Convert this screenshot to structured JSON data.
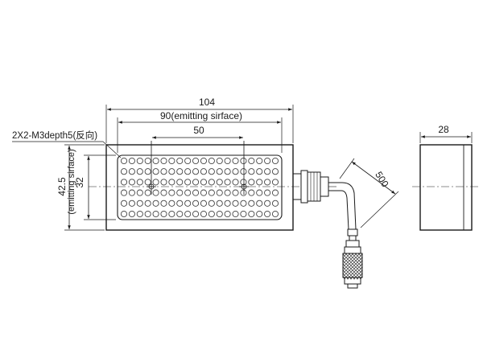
{
  "dimensions": {
    "overall_width": "104",
    "emitting_width": "90(emitting sirface)",
    "hole_spacing": "50",
    "overall_height": "42.5",
    "emitting_height_value": "32",
    "emitting_height_label": "(emitting sirface)",
    "cable_length": "500",
    "depth": "28"
  },
  "callouts": {
    "mounting_holes": "2X2-M3depth5(反向)"
  },
  "led_grid": {
    "columns": 20,
    "rows": 6
  },
  "colors": {
    "line": "#1a1a1a",
    "led": "#444444",
    "background": "#ffffff"
  }
}
